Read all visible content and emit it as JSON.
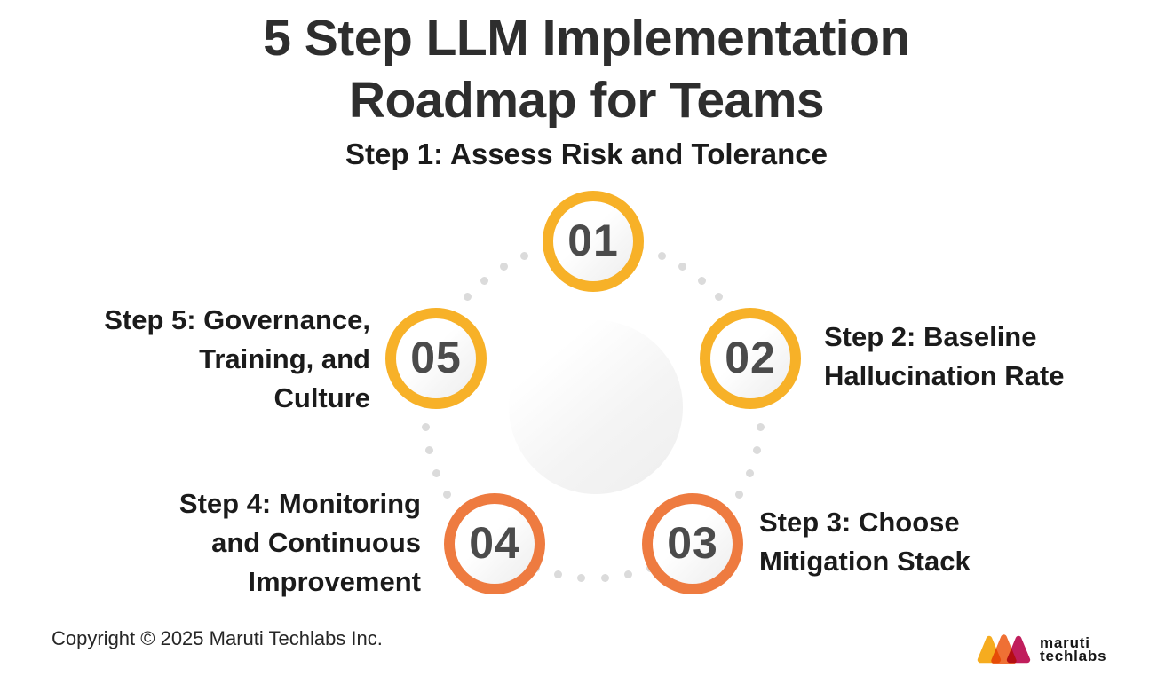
{
  "title": {
    "line1": "5 Step LLM Implementation",
    "line2": "Roadmap for Teams"
  },
  "steps": [
    {
      "number": "01",
      "ring_color": "#F7B128",
      "label_lines": [
        "Step 1: Assess Risk and Tolerance"
      ]
    },
    {
      "number": "02",
      "ring_color": "#F7B128",
      "label_lines": [
        "Step 2: Baseline",
        "Hallucination Rate"
      ]
    },
    {
      "number": "03",
      "ring_color": "#EE7B40",
      "label_lines": [
        "Step 3: Choose",
        "Mitigation Stack"
      ]
    },
    {
      "number": "04",
      "ring_color": "#EE7B40",
      "label_lines": [
        "Step 4: Monitoring",
        "and Continuous",
        "Improvement"
      ]
    },
    {
      "number": "05",
      "ring_color": "#F7B128",
      "label_lines": [
        "Step 5: Governance,",
        "Training, and",
        "Culture"
      ]
    }
  ],
  "decor": {
    "dot_color": "#DBDBDB",
    "number_color": "#4B4B4B",
    "yellow": "#F7B128",
    "orange": "#EE7B40"
  },
  "footer": {
    "copyright": "Copyright © 2025 Maruti Techlabs Inc."
  },
  "logo": {
    "line1": "maruti",
    "line2": "techlabs",
    "triangle_colors": [
      "#F6AC1F",
      "#EF7034",
      "#C01E5C"
    ]
  }
}
